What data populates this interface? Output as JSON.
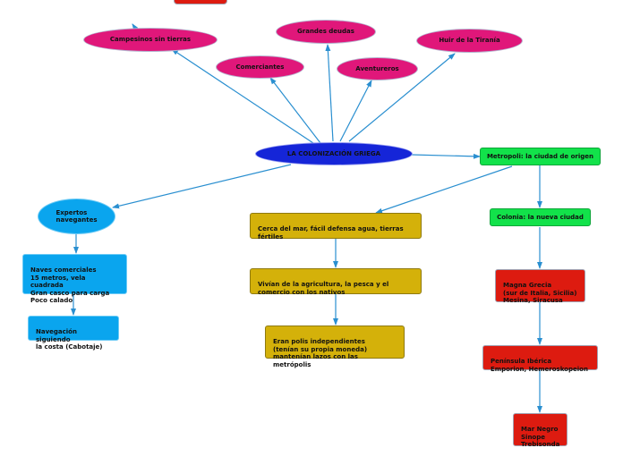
{
  "center": "LA COLONIZACIÓN GRIEGA",
  "causes": {
    "campesinos": "Campesinos sin tierras",
    "grandes": "Grandes deudas",
    "huir": "Huir de la Tiranía",
    "comerciantes": "Comerciantes",
    "aventureros": "Aventureros"
  },
  "metropoli": "Metropoli: la ciudad de origen",
  "colonia": "Colonia: la nueva ciudad",
  "magna": "Magna Grecia\n(sur de Italia, Sicilia)\nMesina, Siracusa",
  "iberica": "Península Ibérica\nEmporion, Hemeroskopeion",
  "marnegro": "Mar Negro\nSinope\nTrebisonda",
  "expertos": "Expertos\nnavegantes",
  "naves": "Naves comerciales\n15 metros, vela cuadrada\nGran casco para carga\nPoco calado",
  "navegacion": "Navegación siguiendo\nla costa   (Cabotaje)",
  "cerca": "Cerca del mar, fácil defensa agua, tierras\nfértiles",
  "vivian": "Vivían de la agricultura, la pesca y el\ncomercio con los nativos",
  "polis": "Eran polis independientes\n(tenían su propia moneda)\nmantenían lazos con las metrópolis"
}
